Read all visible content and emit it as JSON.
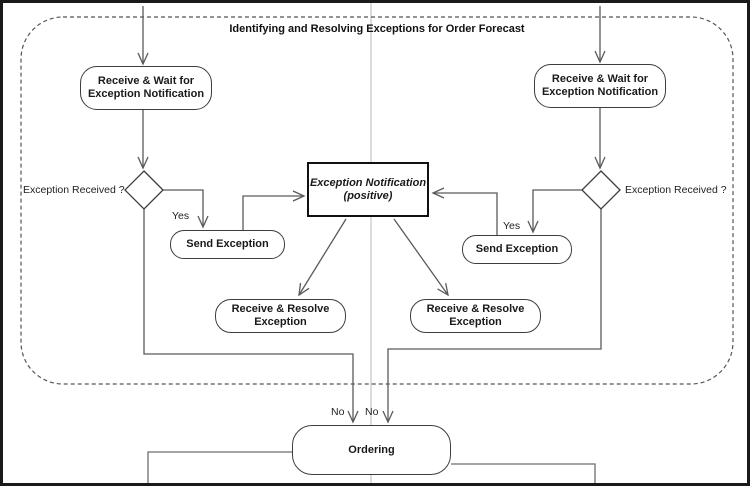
{
  "diagram": {
    "title": "Identifying and Resolving Exceptions for Order Forecast"
  },
  "nodes": {
    "receive_wait_left": {
      "line1": "Receive & Wait for",
      "line2": "Exception Notification"
    },
    "receive_wait_right": {
      "line1": "Receive & Wait for",
      "line2": "Exception Notification"
    },
    "send_exception_left": {
      "label": "Send Exception"
    },
    "send_exception_right": {
      "label": "Send Exception"
    },
    "exception_notification": {
      "line1": "Exception Notification",
      "line2": "(positive)"
    },
    "receive_resolve_left": {
      "line1": "Receive & Resolve",
      "line2": "Exception"
    },
    "receive_resolve_right": {
      "line1": "Receive & Resolve",
      "line2": "Exception"
    },
    "ordering": {
      "label": "Ordering"
    }
  },
  "labels": {
    "decision_left": "Exception Received ?",
    "decision_right": "Exception Received ?",
    "yes_left": "Yes",
    "yes_right": "Yes",
    "no_left": "No",
    "no_right": "No"
  },
  "colors": {
    "connector": "#5a5a5a",
    "node_border": "#3d3d3d",
    "strong_border": "#111111",
    "dashed_frame": "#555555",
    "guide_line": "#b8b8b8",
    "background": "#ffffff"
  }
}
